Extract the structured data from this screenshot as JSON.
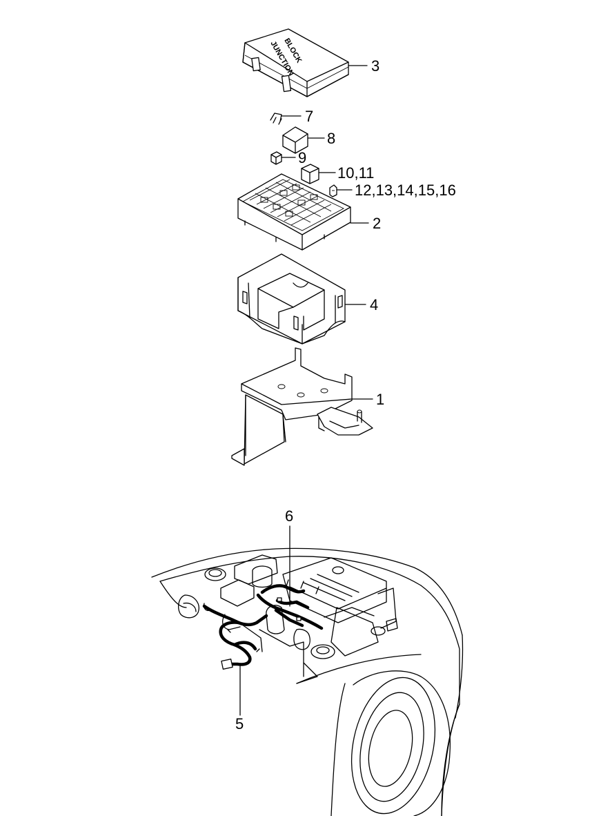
{
  "parts": {
    "junction_block_cover": {
      "callout": "3",
      "label_line1": "JUNCTION",
      "label_line2": "BLOCK"
    },
    "clip": {
      "callout": "7"
    },
    "relay_large": {
      "callout": "8"
    },
    "relay_small": {
      "callout": "9"
    },
    "relay_micro": {
      "callout": "10,11"
    },
    "fuse": {
      "callout": "12,13,14,15,16"
    },
    "junction_block": {
      "callout": "2"
    },
    "lower_cover": {
      "callout": "4"
    },
    "bracket": {
      "callout": "1"
    },
    "harness_main": {
      "callout": "6"
    },
    "harness_front": {
      "callout": "5"
    }
  }
}
